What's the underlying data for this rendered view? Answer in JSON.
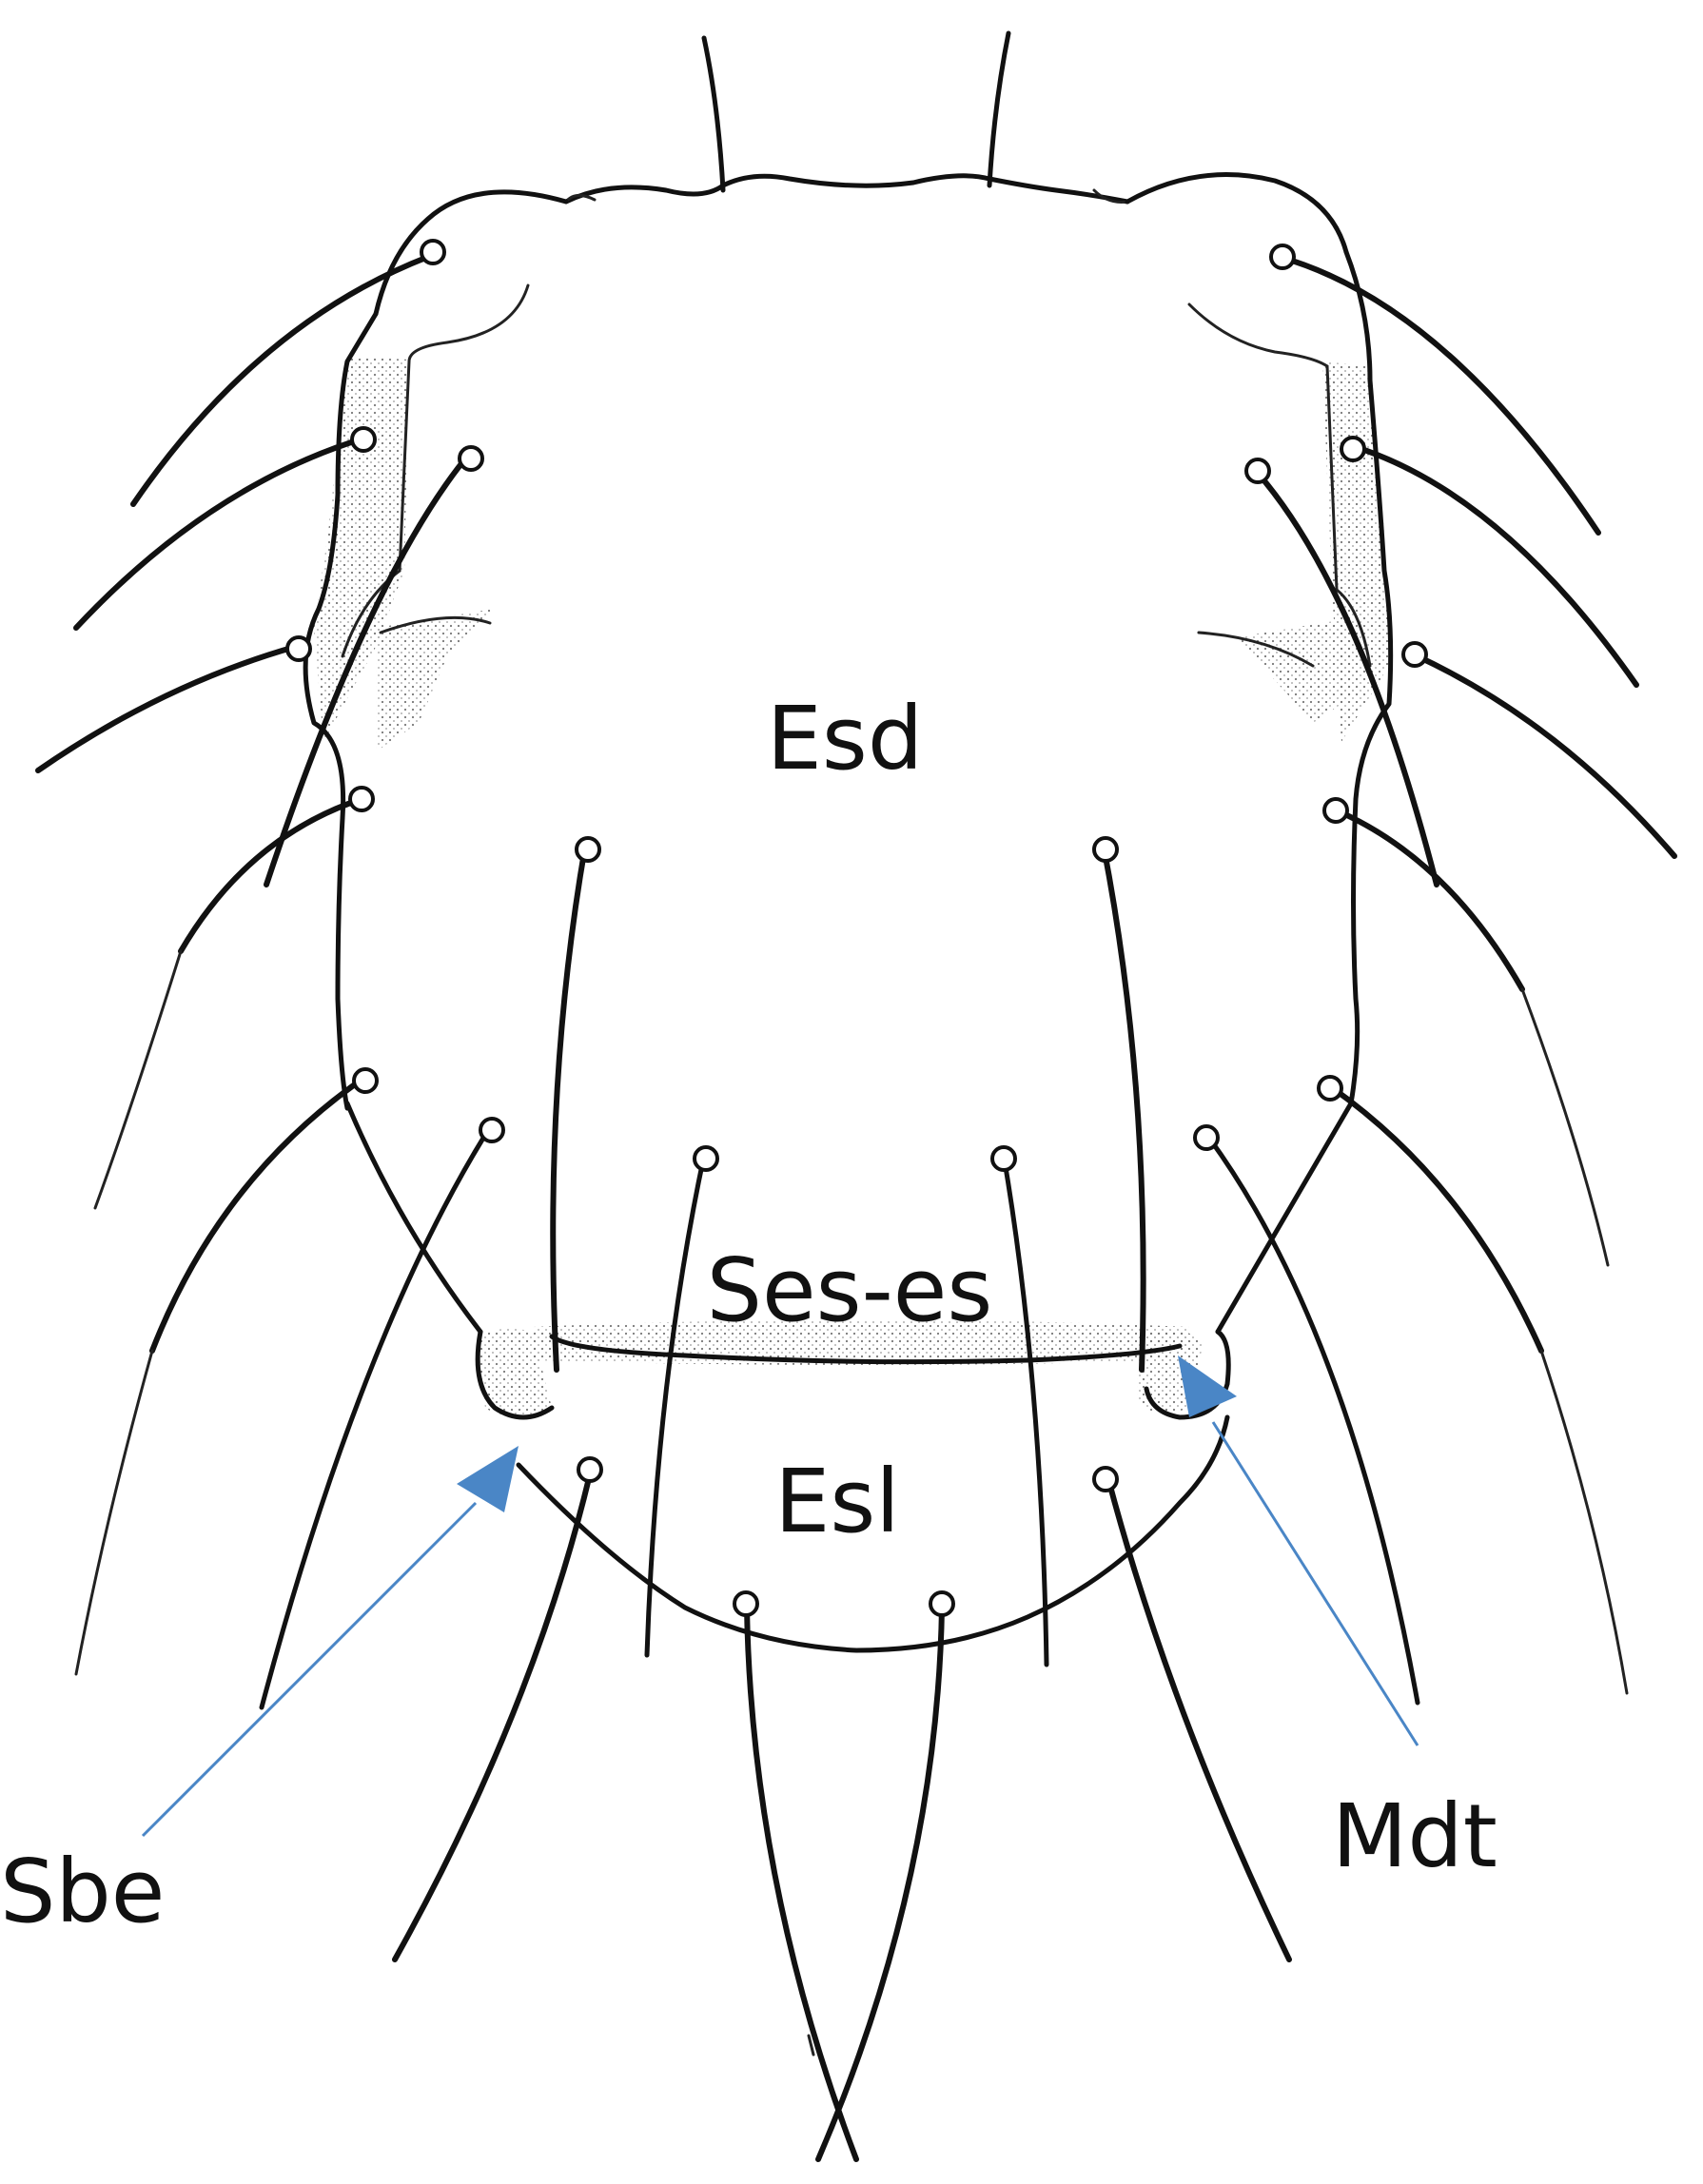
{
  "labels": {
    "esd": "Esd",
    "ses_es": "Ses-es",
    "esl": "Esl",
    "sbe": "Sbe",
    "mdt": "Mdt"
  },
  "colors": {
    "ink": "#111111",
    "arrow": "#4a86c6",
    "background": "#ffffff"
  }
}
